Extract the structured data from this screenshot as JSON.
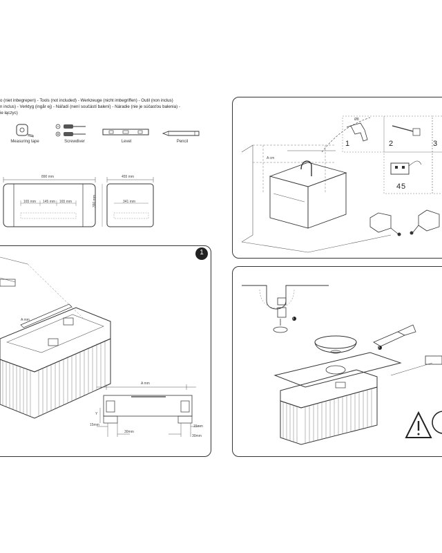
{
  "tools_header": {
    "line1": "o (niet inbegrepen) - Tools (not included) -  Werkzeuge (nicht imbegriffen) - Outil (non inclus)",
    "line2": "n inclus) - Verktyg (ingår ej) - Nářadí (není součástí balení) - Náradie (nie je súčasťou balenia) -",
    "line3": "ie łączyc)"
  },
  "tools": [
    {
      "label": "Measuring tape",
      "icon": "measuring-tape-icon"
    },
    {
      "label": "Screwdiver",
      "icon": "screwdriver-icon"
    },
    {
      "label": "Level",
      "icon": "level-icon"
    },
    {
      "label": "Pencil",
      "icon": "pencil-icon"
    }
  ],
  "dimensions": {
    "front_width": "890 mm",
    "side_depth": "455 mm",
    "inner_left": "165 mm",
    "inner_mid": "145 mm",
    "inner_right": "165 mm",
    "height": "390 mm",
    "inner_depth": "341 mm"
  },
  "wall_panel": {
    "a_label": "A cm",
    "steps": [
      "1",
      "2",
      "3",
      "4",
      "5"
    ],
    "drill_size": "Ø8"
  },
  "step_panel": {
    "step_number": "1",
    "a_mm": "A mm",
    "a_mm_small": "A mm",
    "offset_y": "Y",
    "gap_15_left": "15mm",
    "gap_30_left": "30mm",
    "gap_15_right": "15mm",
    "gap_30_right": "30mm"
  },
  "assembly_panel": {
    "callout1": "1",
    "callout3": "3"
  }
}
